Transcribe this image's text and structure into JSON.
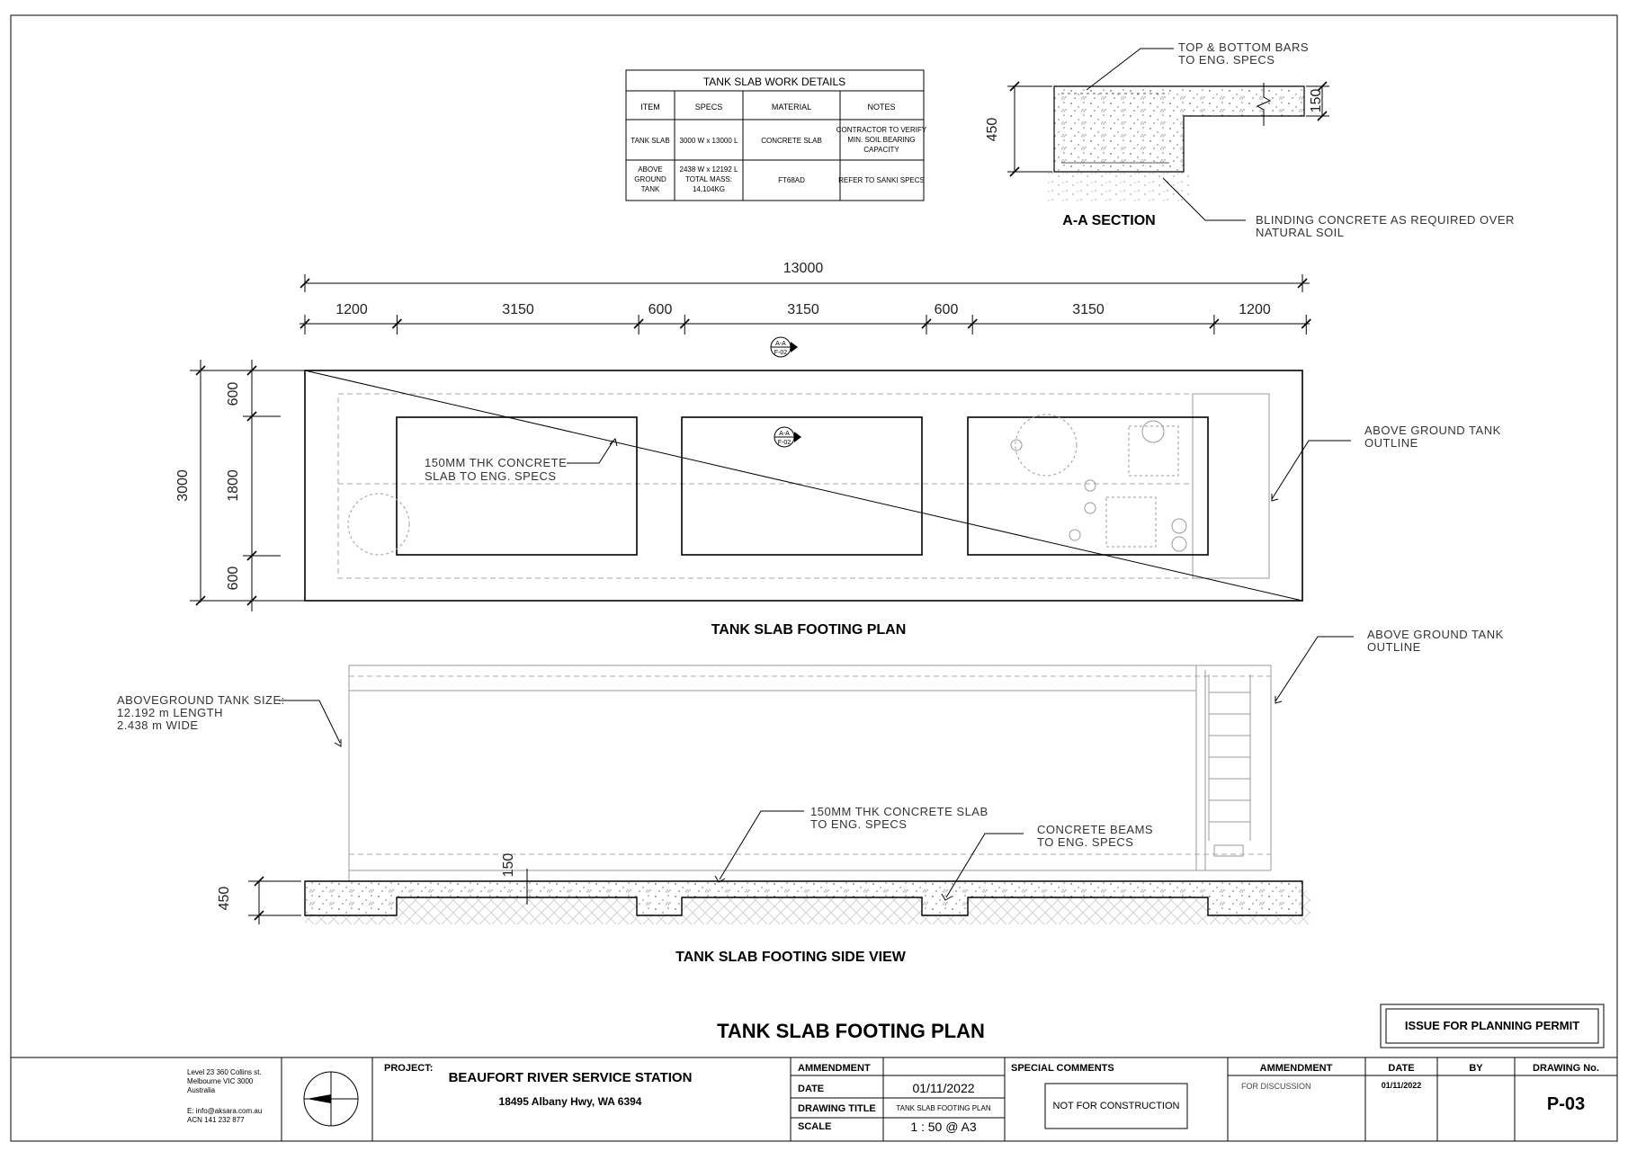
{
  "drawing": {
    "main_title": "TANK SLAB FOOTING PLAN",
    "plan_title": "TANK SLAB FOOTING PLAN",
    "side_title": "TANK SLAB FOOTING SIDE VIEW",
    "section_title": "A-A SECTION",
    "issue_stamp": "ISSUE FOR PLANNING PERMIT"
  },
  "details_table": {
    "title": "TANK SLAB WORK DETAILS",
    "headers": [
      "ITEM",
      "SPECS",
      "MATERIAL",
      "NOTES"
    ],
    "rows": [
      {
        "item": [
          "TANK SLAB"
        ],
        "specs": [
          "3000 W x 13000 L"
        ],
        "material": [
          "CONCRETE SLAB"
        ],
        "notes": [
          "CONTRACTOR TO VERIFY",
          "MIN. SOIL BEARING",
          "CAPACITY"
        ]
      },
      {
        "item": [
          "ABOVE",
          "GROUND",
          "TANK"
        ],
        "specs": [
          "2438 W x 12192 L",
          "TOTAL MASS:",
          "14,104KG"
        ],
        "material": [
          "FT68AD"
        ],
        "notes": [
          "REFER TO SANKI SPECS"
        ]
      }
    ]
  },
  "section": {
    "top_note": [
      "TOP & BOTTOM BARS",
      "TO ENG. SPECS"
    ],
    "bottom_note": [
      "BLINDING CONCRETE AS REQUIRED OVER",
      "NATURAL SOIL"
    ],
    "dim_height": "450",
    "dim_thickness": "150"
  },
  "plan": {
    "overall_length": "13000",
    "segments": [
      "1200",
      "3150",
      "600",
      "3150",
      "600",
      "3150",
      "1200"
    ],
    "overall_width": "3000",
    "width_segments": [
      "600",
      "1800",
      "600"
    ],
    "marker_top": "A-A",
    "marker_bottom": "F-02",
    "slab_note": [
      "150MM THK CONCRETE",
      "SLAB TO ENG. SPECS"
    ],
    "outline_note": [
      "ABOVE GROUND TANK",
      "OUTLINE"
    ]
  },
  "side": {
    "outline_note": [
      "ABOVE GROUND TANK",
      "OUTLINE"
    ],
    "tank_size_note": [
      "ABOVEGROUND TANK SIZE:",
      "12.192 m LENGTH",
      "2.438 m WIDE"
    ],
    "slab_note": [
      "150MM THK CONCRETE SLAB",
      "TO ENG. SPECS"
    ],
    "beam_note": [
      "CONCRETE BEAMS",
      "TO ENG. SPECS"
    ],
    "dim_height": "450",
    "dim_thickness": "150"
  },
  "title_block": {
    "address": [
      "Level 23 360 Collins st.",
      "Melbourne VIC 3000",
      "Australia",
      "",
      "E: info@aksara.com.au",
      "ACN 141 232 877"
    ],
    "project_label": "PROJECT:",
    "project_name": "BEAUFORT RIVER SERVICE STATION",
    "project_address": "18495 Albany Hwy,  WA 6394",
    "amendment_label": "AMMENDMENT",
    "date_label": "DATE",
    "date_value": "01/11/2022",
    "drawing_title_label": "DRAWING TITLE",
    "drawing_title_value": "TANK SLAB FOOTING PLAN",
    "scale_label": "SCALE",
    "scale_value": "1 : 50 @ A3",
    "special_comments_label": "SPECIAL COMMENTS",
    "not_for_construction": "NOT FOR CONSTRUCTION",
    "rev_amendment_header": "AMMENDMENT",
    "rev_date_header": "DATE",
    "rev_by_header": "BY",
    "drawing_no_header": "DRAWING No.",
    "rev_amendment_value": "FOR DISCUSSION",
    "rev_date_value": "01/11/2022",
    "drawing_no": "P-03"
  }
}
